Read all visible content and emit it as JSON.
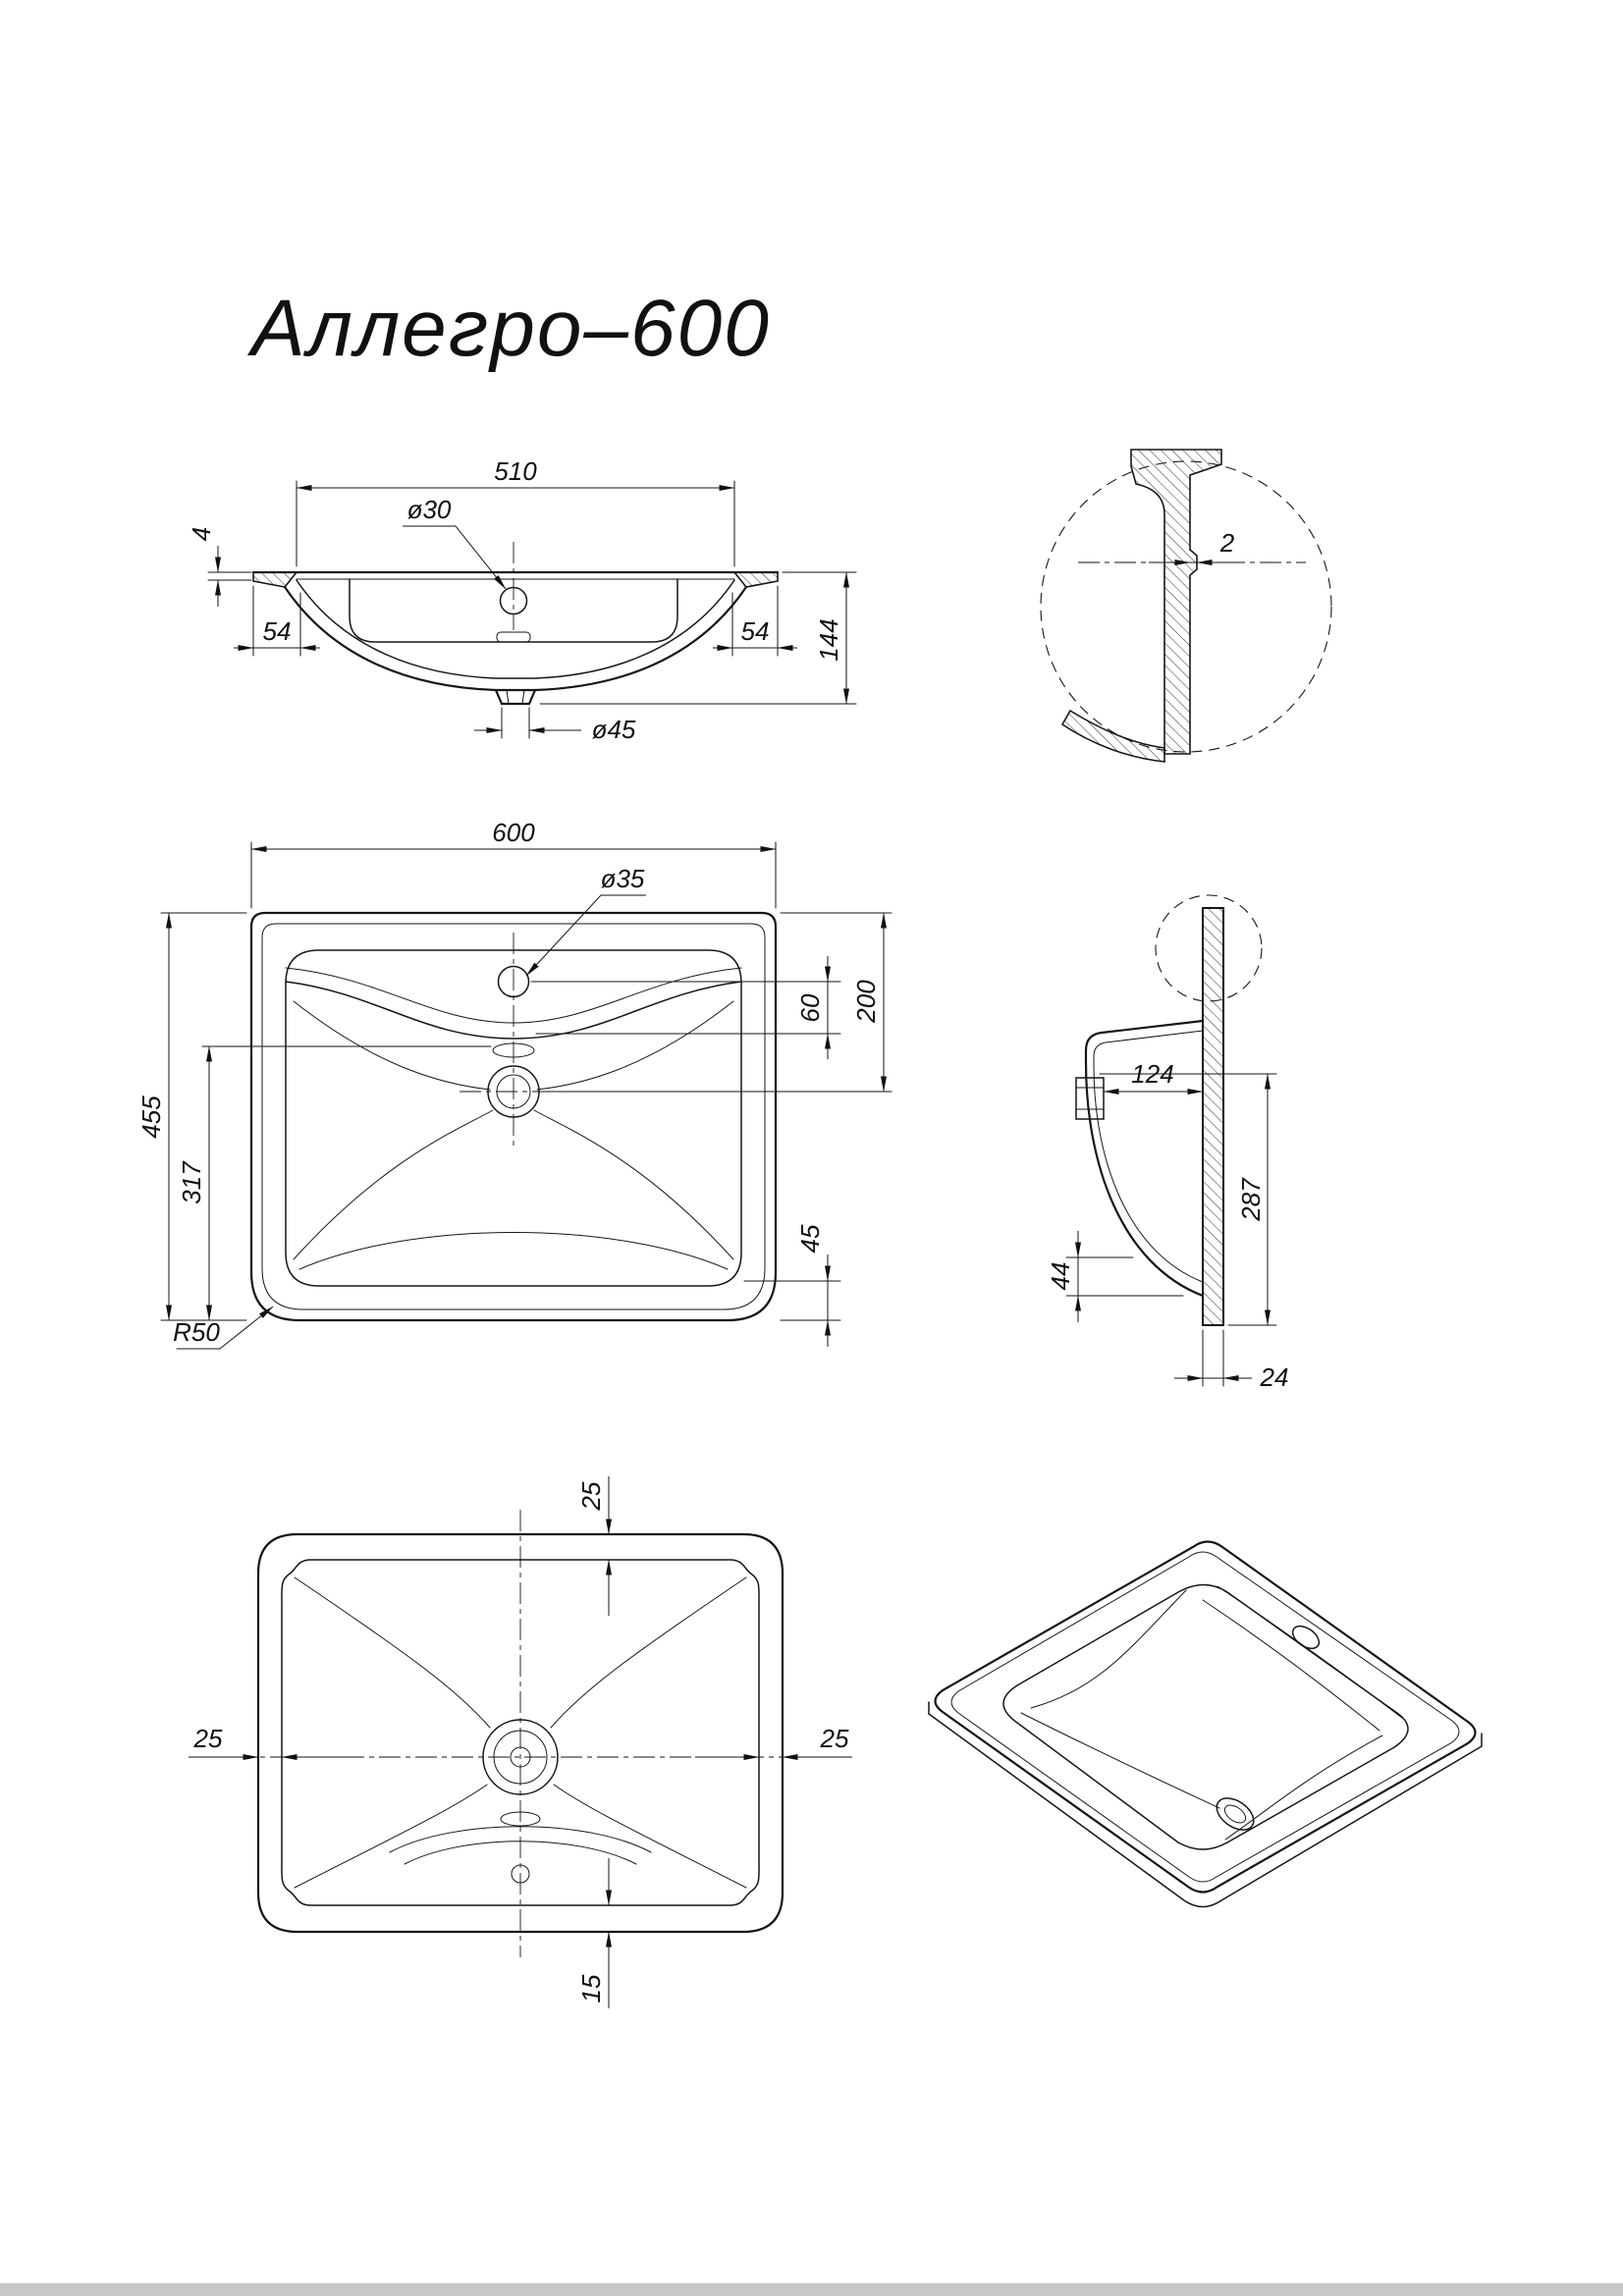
{
  "title": "Аллегро–600",
  "front_view": {
    "width": "510",
    "faucet_hole": "ø30",
    "rim_thickness": "4",
    "offset_left": "54",
    "offset_right": "54",
    "height": "144",
    "drain_hole": "ø45"
  },
  "detail_view": {
    "lip": "2"
  },
  "plan_view": {
    "width": "600",
    "faucet_hole": "ø35",
    "depth": "455",
    "basin_length": "317",
    "faucet_offset": "60",
    "drain_offset": "200",
    "front_gap": "45",
    "corner_radius": "R50"
  },
  "side_view": {
    "drain_depth": "124",
    "bowl_length": "287",
    "bottom_gap": "44",
    "rim_edge": "24"
  },
  "bottom_view": {
    "inset_top": "25",
    "inset_left": "25",
    "inset_right": "25",
    "inset_bottom": "15"
  }
}
